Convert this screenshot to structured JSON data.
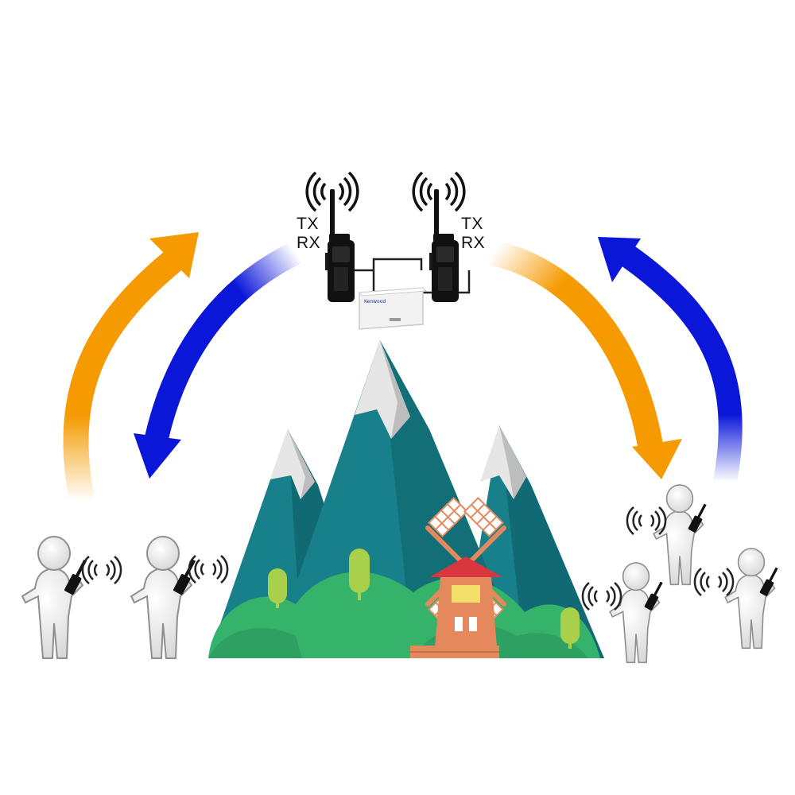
{
  "left_repeater": {
    "tx": "TX",
    "rx": "RX"
  },
  "right_repeater": {
    "tx": "TX",
    "rx": "RX"
  },
  "controller_brand": "Kenwood",
  "colors": {
    "uplink_arrow": "#f59a00",
    "downlink_arrow": "#0a16d8",
    "mountain": "#17808a",
    "mountain_dark": "#116a73",
    "snow": "#e6e6e6",
    "hills": "#36b36a",
    "windmill": "#e3895d",
    "windmill_roof": "#d9363e",
    "person": "#e9e9e9"
  },
  "icons": [
    "radio-icon",
    "signal-waves-icon",
    "person-icon",
    "windmill-icon",
    "mountain-icon",
    "repeater-controller-icon"
  ]
}
